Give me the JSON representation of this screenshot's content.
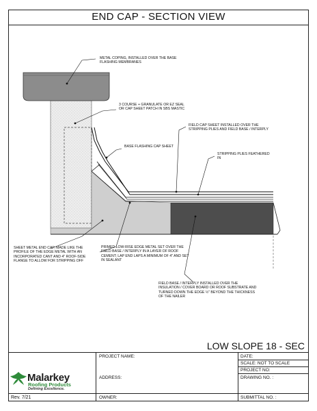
{
  "title": "END CAP - SECTION VIEW",
  "drawing_title": "LOW SLOPE 18 - SEC",
  "notes": {
    "metal_coping": "METAL COPING, INSTALLED OVER THE BASE FLASHING MEMBRANES",
    "three_course": "3 COURSE + GRANULATE OR EZ SEAL OR CAP SHEET PATCH IN SBS MASTIC",
    "field_cap": "FIELD CAP SHEET INSTALLED OVER THE STRIPPING PLIES AND FIELD BASE / INTERPLY",
    "base_flashing": "BASE FLASHING CAP SHEET",
    "stripping": "STRIPPING PLIES FEATHERED IN",
    "sheet_metal": "SHEET METAL END CAP, MADE LIKE THE PROFILE OF THE EDGE METAL WITH AN INCORPORATED CANT AND 4\" ROOF-SIDE FLANGE TO ALLOW FOR STRIPPING OFF",
    "primed": "PRIMED LOW-RISE EDGE METAL SET OVER THE FIELD BASE / INTERPLY IN A LAYER OF ROOF CEMENT; LAP END LAPS A MINIMUM OF 4\" AND SET IN SEALANT",
    "field_base": "FIELD BASE / INTERPLY INSTALLED OVER THE INSULATION / COVER BOARD OR ROOF SUBSTRATE AND TURNED DOWN THE EDGE ½\" BEYOND THE THICKNESS OF THE NAILER"
  },
  "title_block": {
    "project_name": "PROJECT NAME:",
    "address": "ADDRESS:",
    "owner": "OWNER:",
    "date": "DATE:",
    "scale": "SCALE:  NOT TO SCALE",
    "project_no": "PROJECT NO:",
    "drawing_no": "DRAWING NO. :",
    "submittal_no": "SUBMITTAL NO. :",
    "revision": "Rev. 7/21"
  },
  "logo": {
    "name": "Malarkey",
    "sub": "Roofing Products",
    "tagline": "Defining Excellence."
  },
  "colors": {
    "coping": "#8c8c8c",
    "substrate": "#c9c9c9",
    "dark_block": "#4a4a4a",
    "nailer": "#e2e2e2",
    "brand_green": "#2e8b3a"
  }
}
